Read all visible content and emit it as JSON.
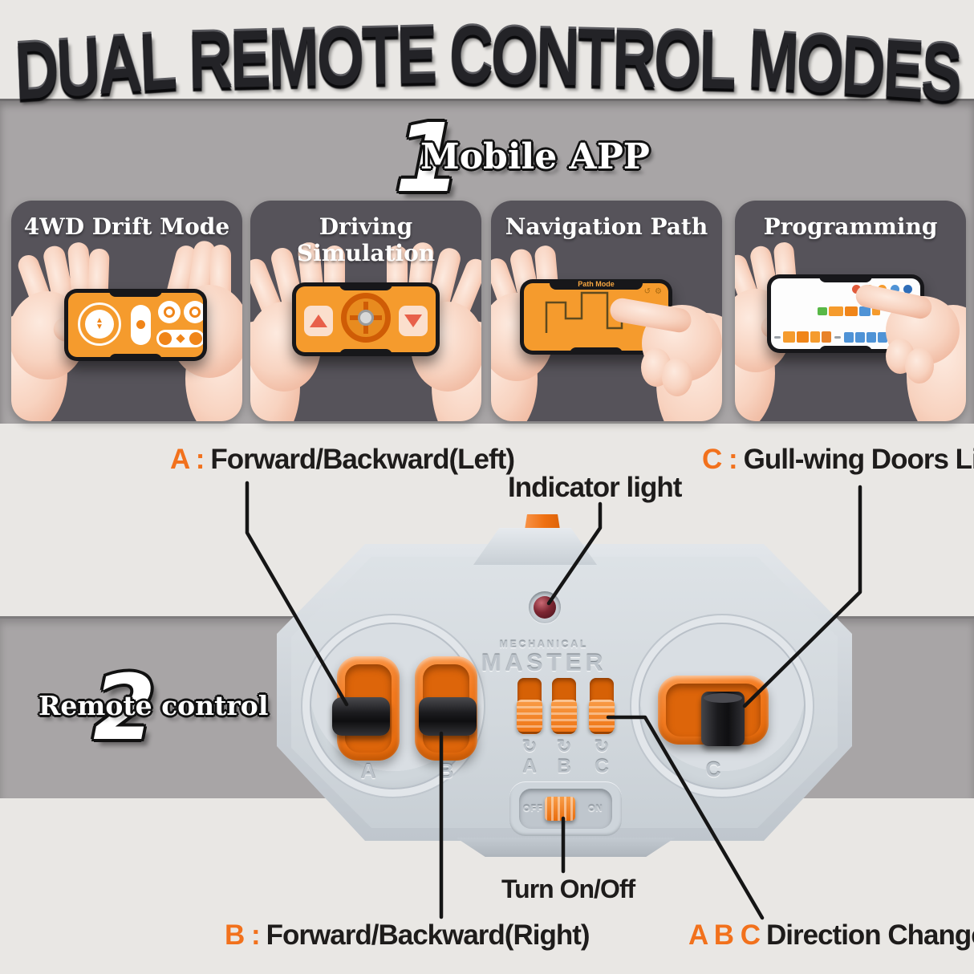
{
  "title": "DUAL REMOTE CONTROL MODES",
  "title_words": [
    "DUAL",
    "REMOTE",
    "CONTROL",
    "MODES"
  ],
  "step1": {
    "number": "1",
    "label": "Mobile APP"
  },
  "panels": [
    {
      "title": "4WD Drift Mode"
    },
    {
      "title": "Driving Simulation"
    },
    {
      "title": "Navigation Path",
      "screen_title": "Path Mode"
    },
    {
      "title": "Programming"
    }
  ],
  "step2": {
    "number": "2",
    "label": "Remote control"
  },
  "device": {
    "brand_top": "MECHANICAL",
    "brand_bottom": "MASTER",
    "lever_a": "A",
    "lever_b": "B",
    "knob_c": "C",
    "slider_a": "A",
    "slider_b": "B",
    "slider_c": "C",
    "rotate_icon": "↻",
    "power_off": "OFF",
    "power_on": "ON"
  },
  "callouts": {
    "a": {
      "key": "A :",
      "text": "Forward/Backward(Left)"
    },
    "indicator": {
      "text": "Indicator light"
    },
    "c": {
      "key": "C :",
      "text": "Gull-wing Doors Lift"
    },
    "b": {
      "key": "B :",
      "text": "Forward/Backward(Right)"
    },
    "power": {
      "text": "Turn On/Off"
    },
    "abc": {
      "key": "A B C",
      "text": "Direction Change"
    }
  },
  "colors": {
    "accent": "#f47b20",
    "screen_orange": "#f59b2d",
    "band_gray": "#a8a5a6",
    "panel_gray": "#56535a",
    "line_black": "#151515",
    "bg_light": "#e9e7e4"
  }
}
